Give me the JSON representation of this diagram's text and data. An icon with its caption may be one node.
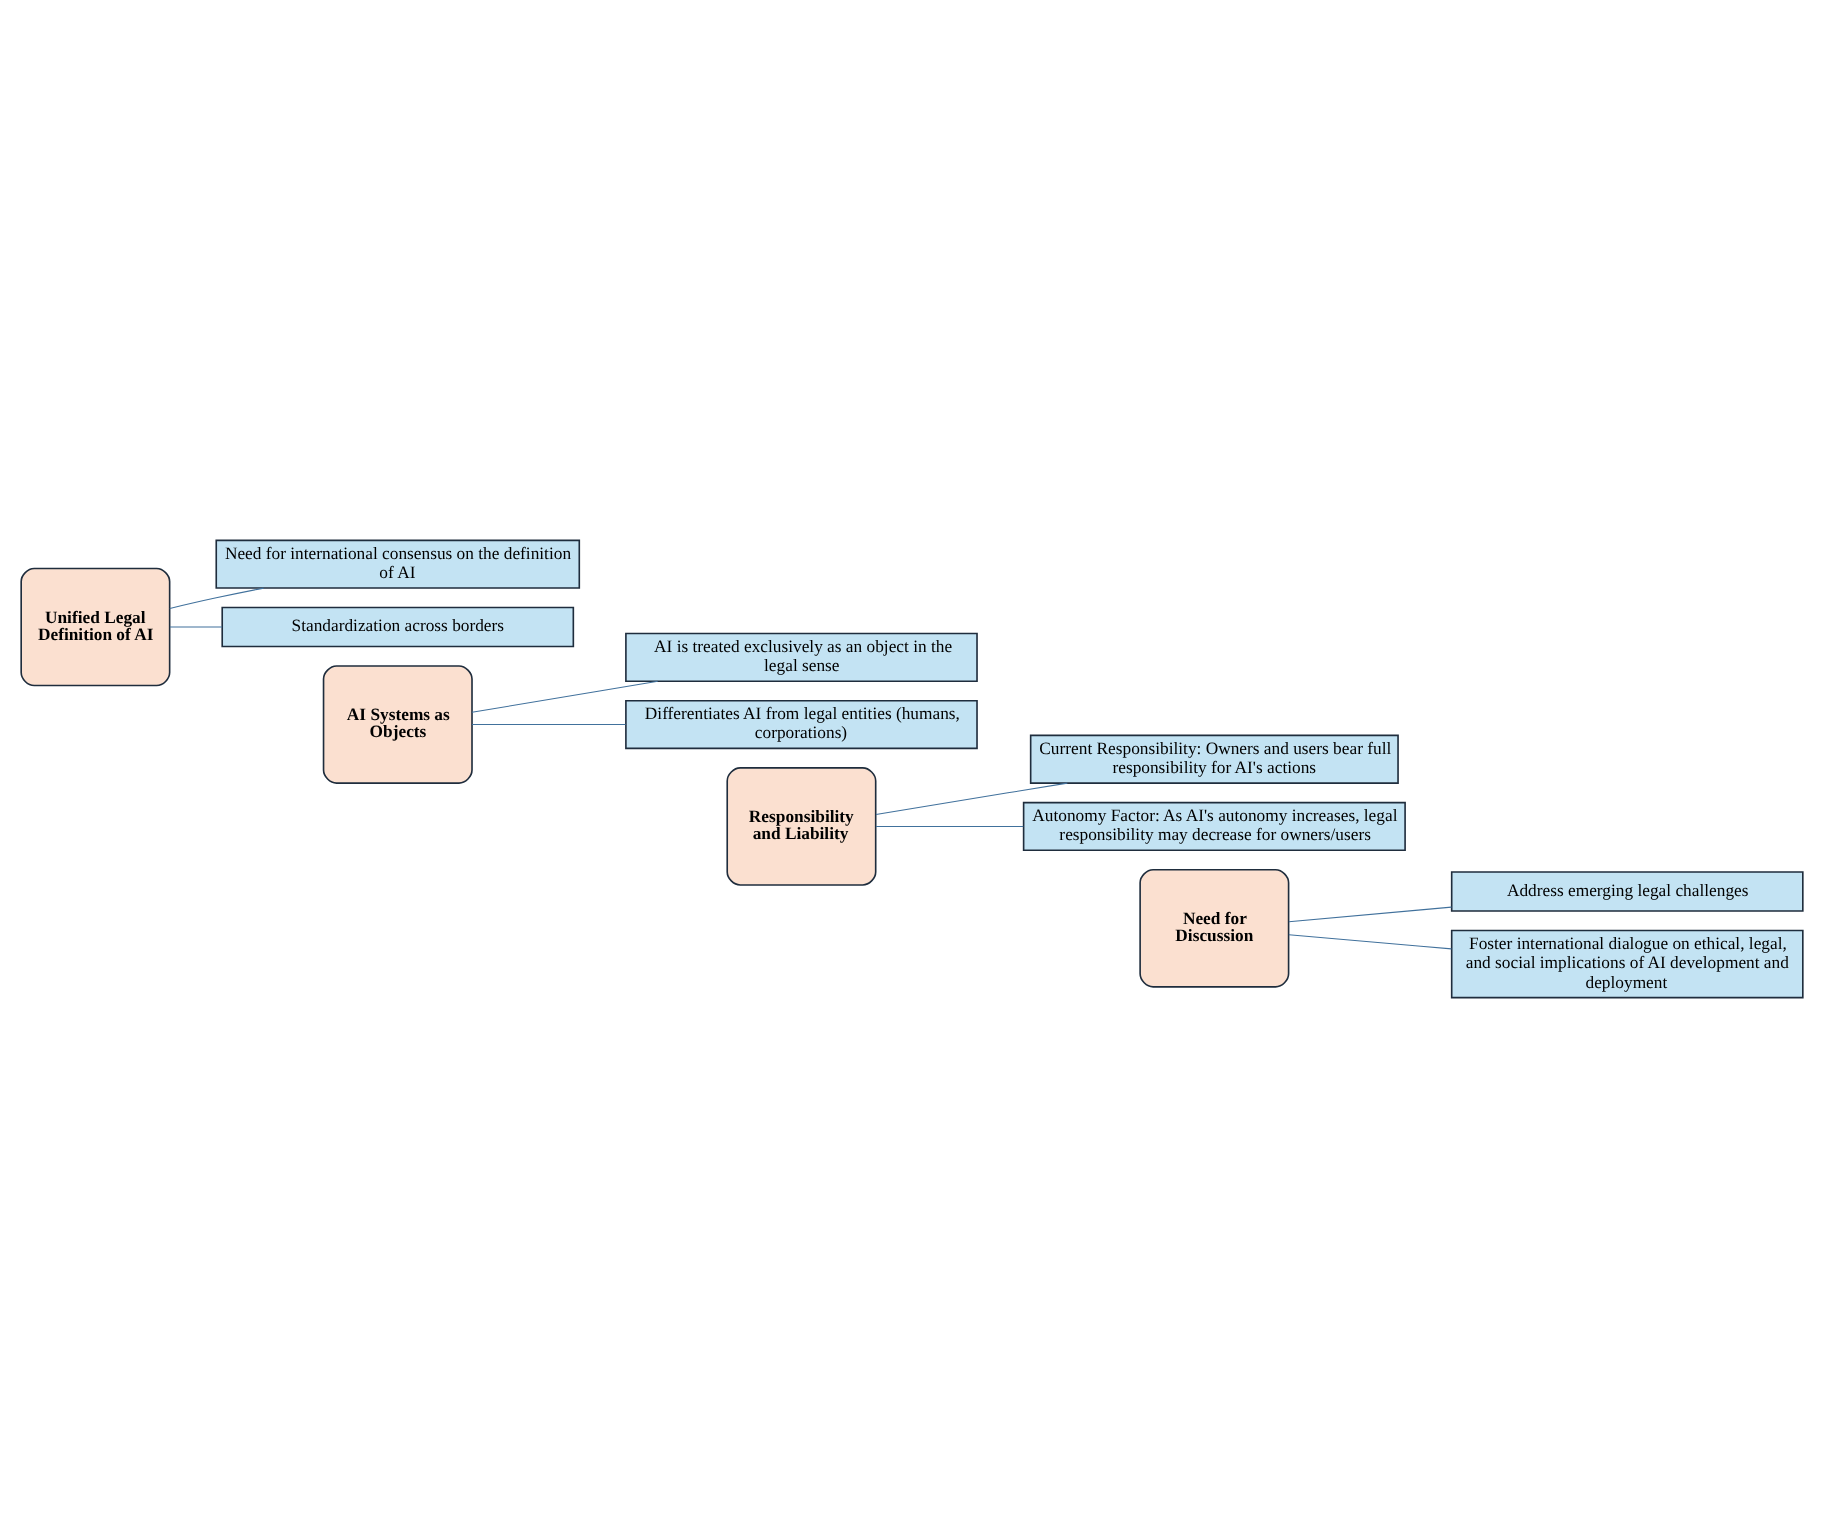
{
  "diagram": {
    "nodes": [
      {
        "text": [
          "Unified Legal Definition of AI"
        ]
      },
      {
        "text": [
          "Need for international consensus on the definition of AI"
        ]
      },
      {
        "text": [
          "Standardization across borders"
        ]
      },
      {
        "text": [
          "AI Systems as Objects"
        ]
      },
      {
        "text": [
          "AI is treated exclusively as an object in the legal sense"
        ]
      },
      {
        "text": [
          "Differentiates AI from legal entities (humans, corporations)"
        ]
      },
      {
        "text": [
          "Responsibility and Liability"
        ]
      },
      {
        "text": [
          "Current Responsibility: Owners and users bear full responsibility for AI's actions"
        ]
      },
      {
        "text": [
          "Autonomy Factor: As AI's autonomy increases, legal responsibility may decrease for owners/users"
        ]
      },
      {
        "text": [
          "Need for Discussion"
        ]
      },
      {
        "text": [
          "Address emerging legal challenges"
        ]
      },
      {
        "text": [
          "Foster international dialogue on ethical, legal, and social implications of AI development and deployment"
        ]
      }
    ],
    "edges": [
      {
        "from": 0,
        "to": 1,
        "arrow": "none"
      },
      {
        "from": 0,
        "to": 2,
        "arrow": "none"
      },
      {
        "from": 3,
        "to": 4,
        "arrow": "none"
      },
      {
        "from": 3,
        "to": 5,
        "arrow": "none"
      },
      {
        "from": 6,
        "to": 7,
        "arrow": "none"
      },
      {
        "from": 6,
        "to": 8,
        "arrow": "none"
      },
      {
        "from": 9,
        "to": 10,
        "arrow": "none"
      },
      {
        "from": 9,
        "to": 11,
        "arrow": "none"
      }
    ]
  }
}
